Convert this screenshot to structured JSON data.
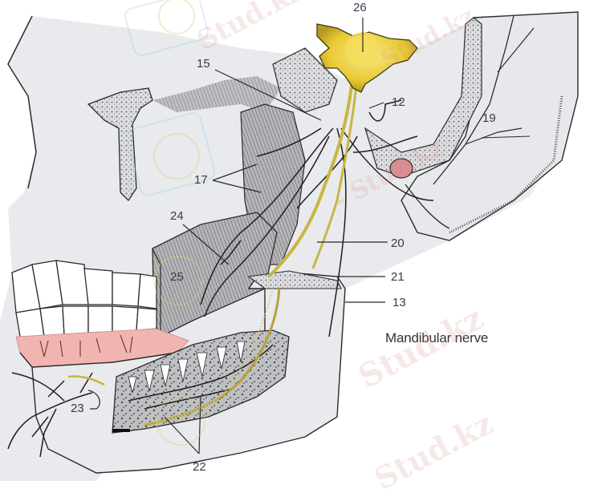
{
  "figure": {
    "title": "Mandibular nerve",
    "colors": {
      "background": "#ffffff",
      "bone": "#e7e9ec",
      "bone_outline": "#2b2b2b",
      "ganglion": "#e8c832",
      "nerve_yellow": "#c8b640",
      "gingiva": "#f2b4b0",
      "muscle": "#a9a9ad",
      "watermark": "#e4a0a0"
    },
    "labels": [
      {
        "id": "26",
        "text": "26"
      },
      {
        "id": "15",
        "text": "15"
      },
      {
        "id": "12",
        "text": "12"
      },
      {
        "id": "19",
        "text": "19"
      },
      {
        "id": "17",
        "text": "17"
      },
      {
        "id": "24",
        "text": "24"
      },
      {
        "id": "20",
        "text": "20"
      },
      {
        "id": "25",
        "text": "25"
      },
      {
        "id": "21",
        "text": "21"
      },
      {
        "id": "13",
        "text": "13"
      },
      {
        "id": "23",
        "text": "23"
      },
      {
        "id": "22",
        "text": "22"
      }
    ],
    "watermarks": [
      "Stud.kz",
      "Stud.kz",
      "- Stud.kz",
      "Stud.kz",
      "Stud.kz"
    ]
  }
}
